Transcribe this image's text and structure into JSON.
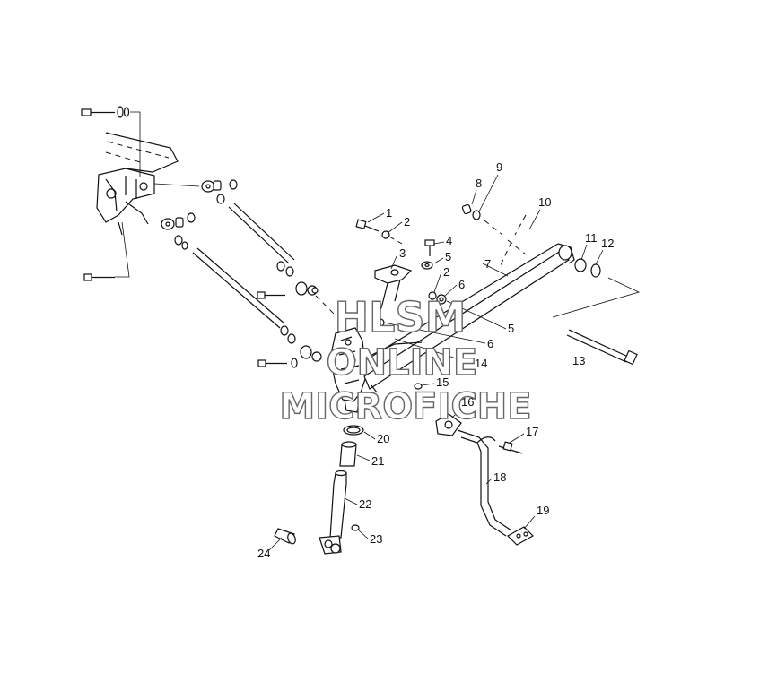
{
  "callouts": [
    "1",
    "2",
    "3",
    "4",
    "5",
    "2",
    "6",
    "5",
    "6",
    "7",
    "8",
    "9",
    "10",
    "11",
    "12",
    "13",
    "14",
    "15",
    "16",
    "17",
    "18",
    "19",
    "20",
    "21",
    "22",
    "23",
    "24"
  ],
  "watermark": {
    "line1": "HLSM",
    "line2": "ONLINE",
    "line3": "MICROFICHE"
  }
}
